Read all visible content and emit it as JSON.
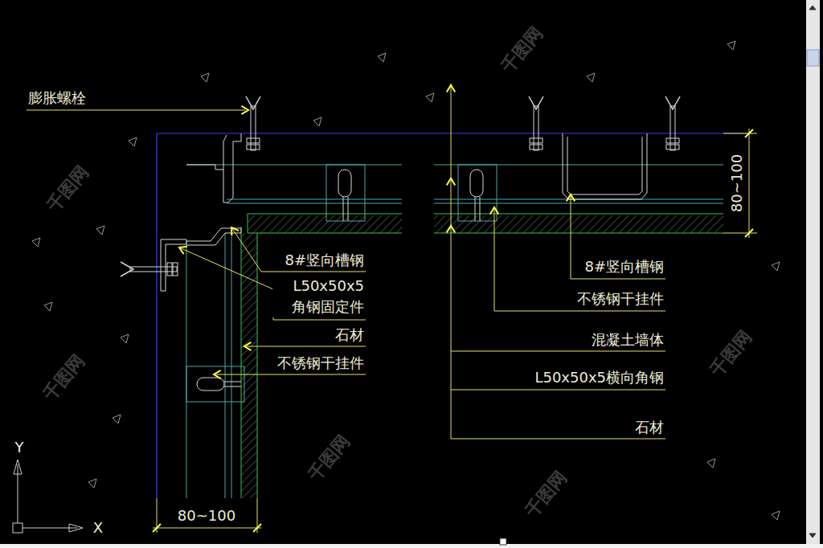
{
  "diagram": {
    "labels": [
      "膨胀螺栓",
      "8#竖向槽钢",
      "L50x50x5 角钢固定件",
      "石材",
      "不锈钢干挂件",
      "8#竖向槽钢",
      "不锈钢干挂件",
      "混凝土墙体",
      "L50x50x5横向角钢",
      "石材",
      "80~100",
      "80~100",
      "Y",
      "X",
      "千图网",
      "千图网",
      "千图网",
      "千图网",
      "千图网",
      "千图网"
    ]
  }
}
